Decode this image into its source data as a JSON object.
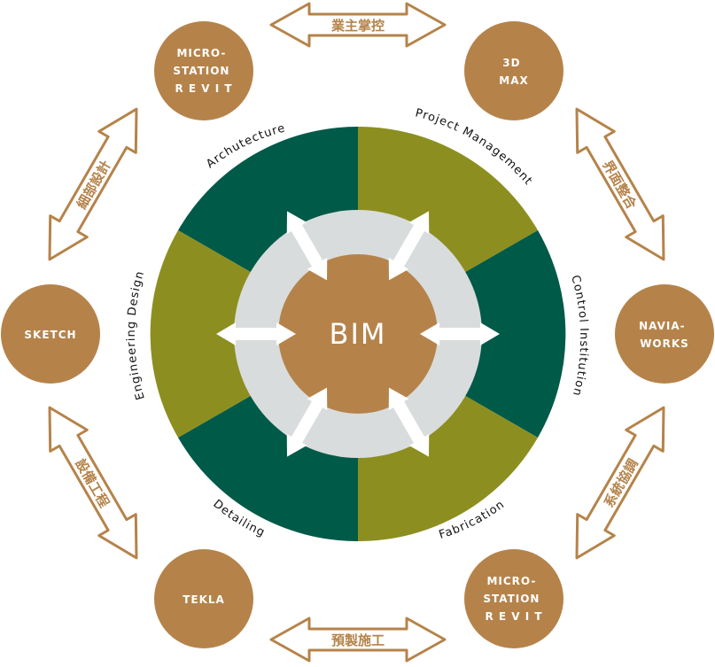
{
  "colors": {
    "brown": "#b5834a",
    "dark_green": "#005a48",
    "olive": "#8c8f20",
    "ring_gray": "#d9dcdc",
    "arrow_white": "#ffffff"
  },
  "center": {
    "label": "BIM"
  },
  "ring_sections": {
    "architecture": "Archutecture",
    "project_management": "Project Management",
    "control_institution": "Control Institution",
    "fabrication": "Fabrication",
    "detailing": "Detailing",
    "engineering_design": "Engineering Design"
  },
  "tools": {
    "top_left": [
      "MICRO-",
      "STATION",
      "R E V I T"
    ],
    "top_right": [
      "3D",
      "MAX"
    ],
    "right": [
      "NAVIA-",
      "WORKS"
    ],
    "bottom_right": [
      "MICRO-",
      "STATION",
      "R E V I T"
    ],
    "bottom": [
      "TEKLA"
    ],
    "left": [
      "SKETCH"
    ]
  },
  "connectors": {
    "top": "業主掌控",
    "upper_right": "界面整合",
    "lower_right": "系統協調",
    "bottom": "預製施工",
    "lower_left": "設備工程",
    "upper_left": "細部設計"
  }
}
